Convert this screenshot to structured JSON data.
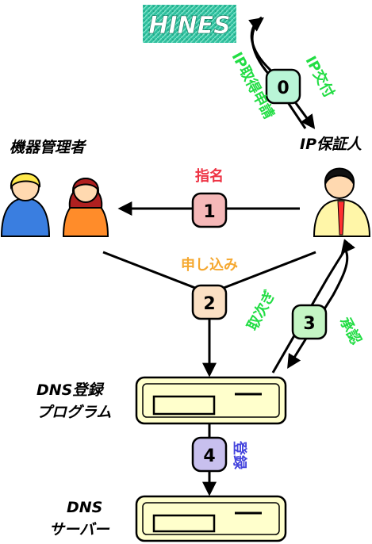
{
  "logo": {
    "text": "HINES",
    "bg": "#2fbf9e",
    "fg": "#ffffff"
  },
  "actors": {
    "admin_label": "機器管理者",
    "guarantor_label": "IP保証人",
    "dns_program_label": [
      "DNS登録",
      "プログラム"
    ],
    "dns_server_label": [
      "DNS",
      "サーバー"
    ]
  },
  "steps": [
    {
      "number": "0",
      "box_color": "#b9f5d7",
      "labels": [
        "IP交付",
        "IP取得申請"
      ],
      "label_color": "#22dd44"
    },
    {
      "number": "1",
      "box_color": "#f5b8b8",
      "labels": [
        "指名"
      ],
      "label_color": "#ee3344"
    },
    {
      "number": "2",
      "box_color": "#fbe0c4",
      "labels": [
        "申し込み"
      ],
      "label_color": "#f5a830"
    },
    {
      "number": "3",
      "box_color": "#c4f5c4",
      "labels": [
        "取次ぎ",
        "承認"
      ],
      "label_color": "#22dd44"
    },
    {
      "number": "4",
      "box_color": "#c8c0ee",
      "labels": [
        "登録"
      ],
      "label_color": "#4444dd"
    }
  ],
  "colors": {
    "server_fill": "#ffffcc",
    "server_stroke": "#000000",
    "arrow": "#000000"
  }
}
